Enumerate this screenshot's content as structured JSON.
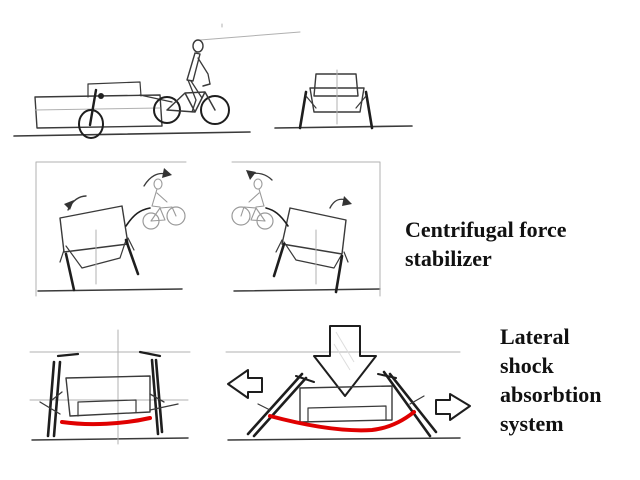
{
  "labels": {
    "centrifugal_line1": "Centrifugal force",
    "centrifugal_line2": "stabilizer",
    "lateral_line1": "Lateral",
    "lateral_line2": "shock",
    "lateral_line3": "absorbtion",
    "lateral_line4": "system"
  },
  "colors": {
    "pencil": "#3a3a3a",
    "suspension_highlight": "#e00000",
    "background": "#ffffff"
  }
}
